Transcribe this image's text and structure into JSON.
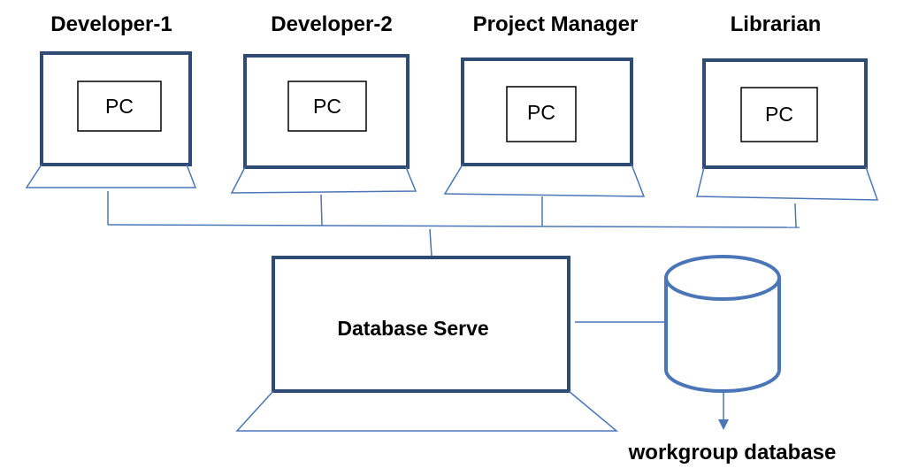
{
  "colors": {
    "frame_stroke": "#2F4A73",
    "line_stroke": "#4A76B8",
    "text": "#000000",
    "background": "#FFFFFF"
  },
  "workstations": [
    {
      "role": "Developer-1",
      "device_label": "PC"
    },
    {
      "role": "Developer-2",
      "device_label": "PC"
    },
    {
      "role": "Project Manager",
      "device_label": "PC"
    },
    {
      "role": "Librarian",
      "device_label": "PC"
    }
  ],
  "server": {
    "label": "Database Serve"
  },
  "database": {
    "label": "workgroup database",
    "icon": "database-cylinder-icon"
  }
}
